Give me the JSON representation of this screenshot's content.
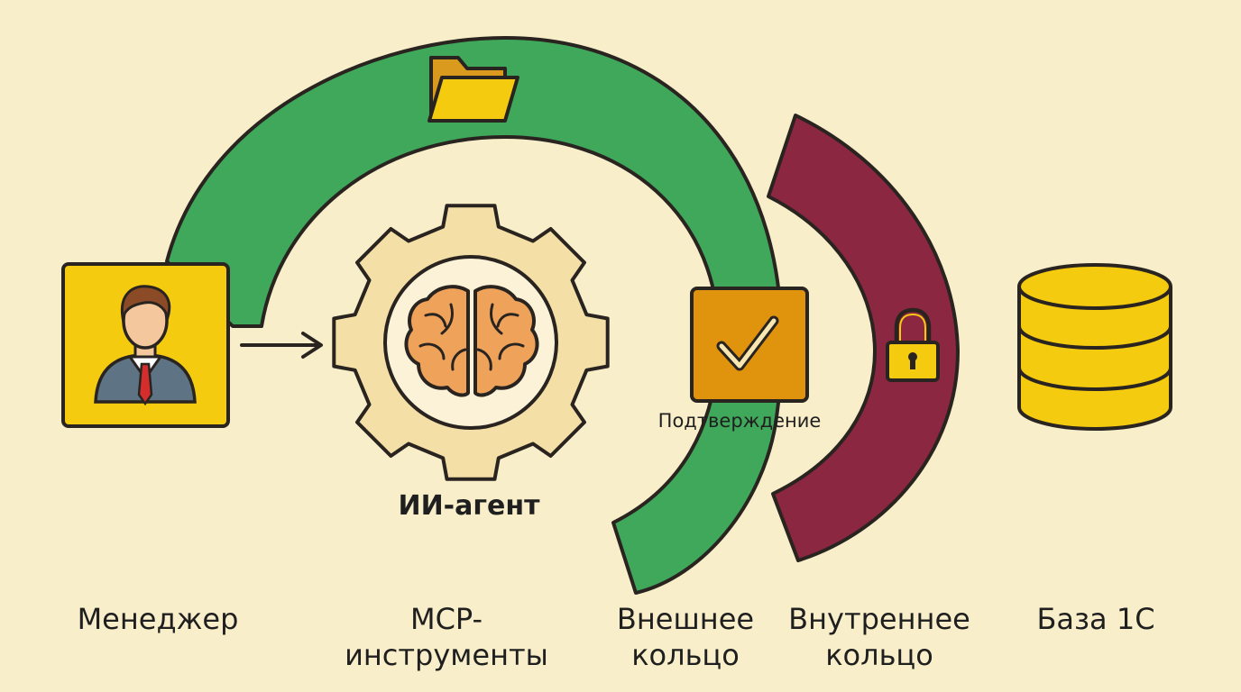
{
  "labels": {
    "manager": "Менеджер",
    "mcp_line1": "MCP-",
    "mcp_line2": "инструменты",
    "outer_line1": "Внешнее",
    "outer_line2": "кольцо",
    "inner_line1": "Внутреннее",
    "inner_line2": "кольцо",
    "database": "База 1С",
    "agent": "ИИ-агент",
    "confirmation": "Подтверждение"
  },
  "icons": {
    "manager": "person-icon",
    "agent": "gear-brain-icon",
    "folder": "folder-icon",
    "confirm": "checkmark-icon",
    "lock": "lock-icon",
    "database": "database-icon"
  },
  "colors": {
    "background": "#f8eec9",
    "outer_ring": "#3fa85a",
    "inner_ring": "#8c2741",
    "yellow": "#f5cb0f",
    "orange_box": "#e0940e",
    "gear": "#f4dfa6",
    "brain": "#eea25a",
    "outline": "#2a2420"
  }
}
